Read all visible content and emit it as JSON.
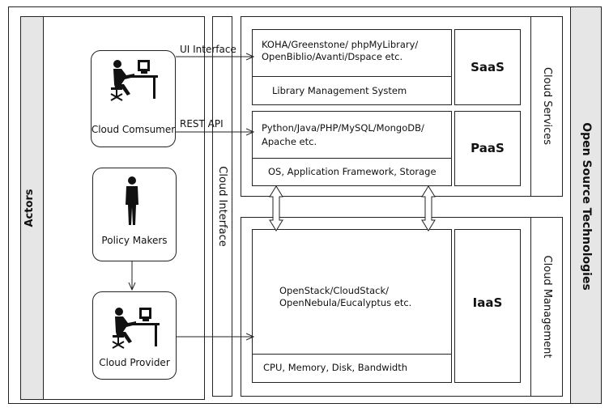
{
  "actors_label": "Actors",
  "cloud_interface_label": "Cloud Interface",
  "cloud_services_label": "Cloud Services",
  "cloud_management_label": "Cloud Management",
  "open_source_label": "Open Source Technologies",
  "connections": {
    "ui_interface": "UI Interface",
    "rest_api": "REST API"
  },
  "actors": {
    "consumer": "Cloud Comsumer",
    "policy": "Policy Makers",
    "provider": "Cloud Provider"
  },
  "saas": {
    "tools": "KOHA/Greenstone/ phpMyLibrary/ OpenBiblio/Avanti/Dspace etc.",
    "tools_line1": "KOHA/Greenstone/ phpMyLibrary/",
    "tools_line2": "OpenBiblio/Avanti/Dspace etc.",
    "system": "Library Management System",
    "label": "SaaS"
  },
  "paas": {
    "tools": "Python/Java/PHP/MySQL/MongoDB/ Apache etc.",
    "tools_line1": "Python/Java/PHP/MySQL/MongoDB/",
    "tools_line2": "Apache etc.",
    "system": "OS, Application Framework, Storage",
    "label": "PaaS"
  },
  "iaas": {
    "tools": "OpenStack/CloudStack/ OpenNebula/Eucalyptus etc.",
    "tools_line1": "OpenStack/CloudStack/",
    "tools_line2": "OpenNebula/Eucalyptus etc.",
    "system": "CPU, Memory, Disk, Bandwidth",
    "label": "IaaS"
  }
}
